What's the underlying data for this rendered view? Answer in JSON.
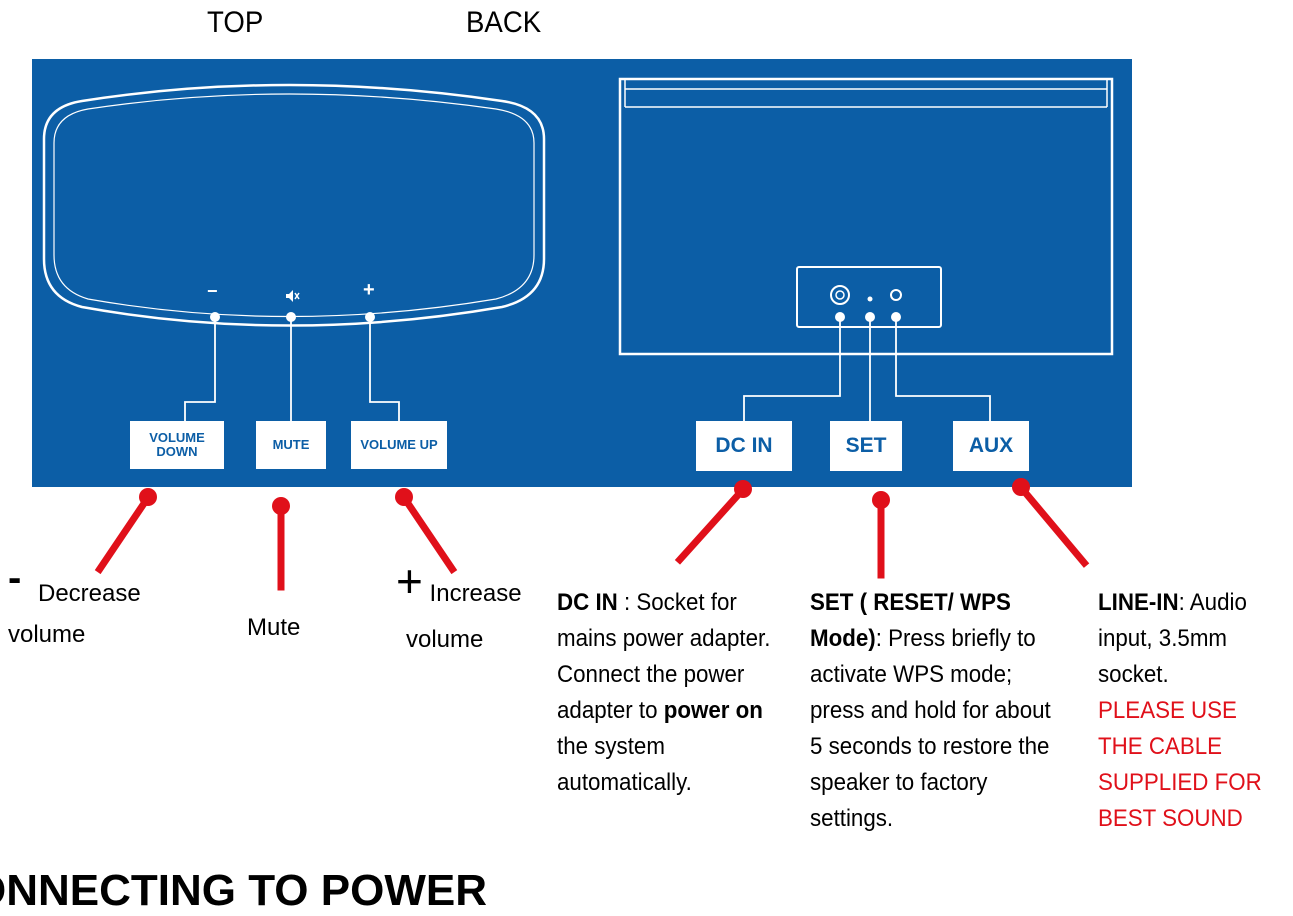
{
  "view_labels": {
    "top": "TOP",
    "back": "BACK"
  },
  "top_panel": {
    "minus_symbol": "−",
    "plus_symbol": "+",
    "buttons": [
      {
        "label": "VOLUME DOWN"
      },
      {
        "label": "MUTE"
      },
      {
        "label": "VOLUME UP"
      }
    ]
  },
  "back_panel": {
    "ports": [
      {
        "label": "DC IN"
      },
      {
        "label": "SET"
      },
      {
        "label": "AUX"
      }
    ]
  },
  "annotations": {
    "decrease": {
      "symbol": "-",
      "line1": "Decrease",
      "line2": "volume"
    },
    "mute": {
      "text": "Mute"
    },
    "increase": {
      "symbol": "+",
      "line1": "Increase",
      "line2": "volume"
    },
    "dc_in": {
      "title": "DC IN",
      "t1": " : Socket for mains power adapter. Connect the power adapter to ",
      "bold2": "power on",
      "t2": " the system automatically."
    },
    "set": {
      "title": "SET ( RESET/  WPS Mode)",
      "text": ": Press briefly to activate WPS mode; press and hold for about 5 seconds to restore the speaker to factory settings."
    },
    "line_in": {
      "title": "LINE-IN",
      "text": ": Audio input, 3.5mm socket.",
      "note": "PLEASE USE THE CABLE SUPPLIED FOR BEST SOUND"
    }
  },
  "footer_heading": "ONNECTING TO POWER",
  "colors": {
    "panel_blue": "#0c5ea6",
    "callout_red": "#e0101a",
    "outline": "#ffffff"
  }
}
